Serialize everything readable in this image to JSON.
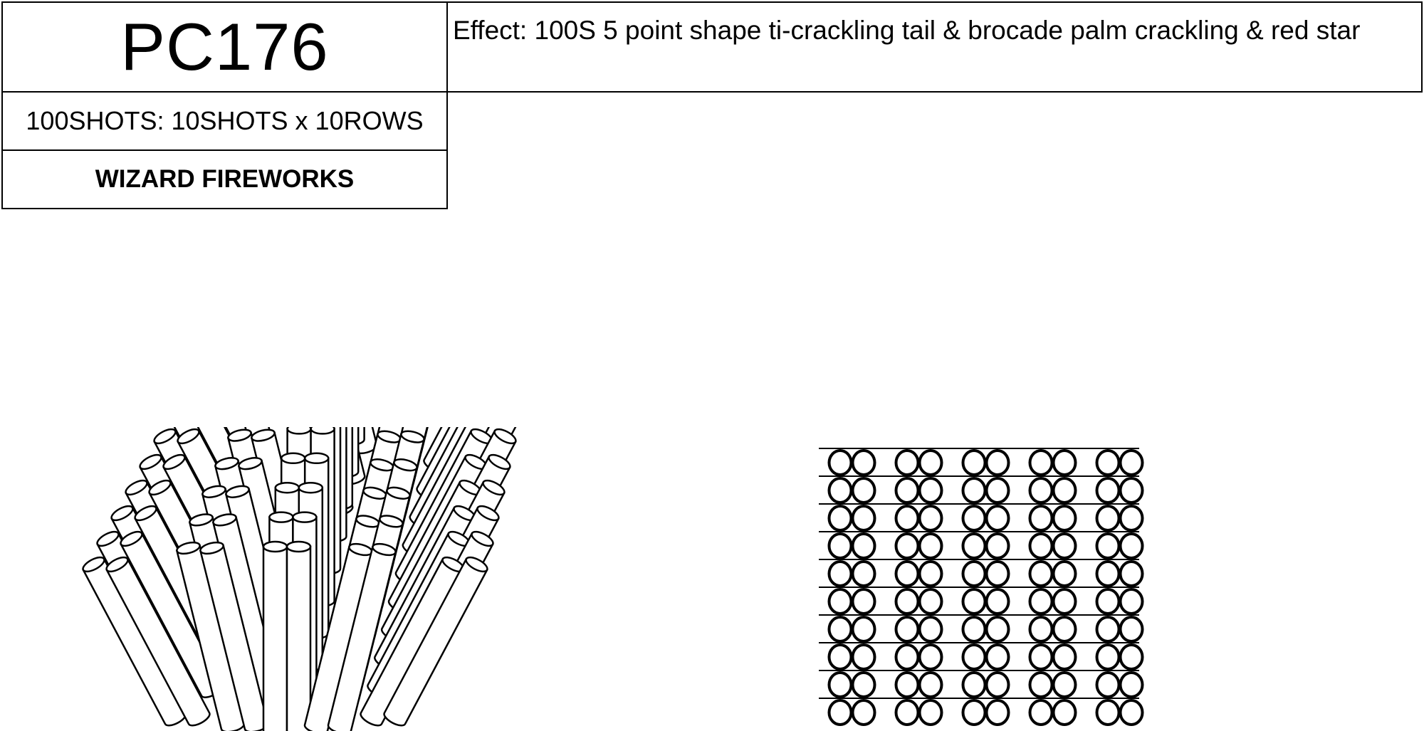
{
  "product": {
    "code": "PC176",
    "effect": "Effect: 100S 5 point shape ti-crackling tail & brocade palm crackling & red star",
    "shots": "100SHOTS: 10SHOTS x 10ROWS",
    "brand": "WIZARD FIREWORKS"
  },
  "diagram": {
    "rows": 10,
    "shots_per_row": 10,
    "line_color": "#000000",
    "fill_color": "#ffffff"
  }
}
